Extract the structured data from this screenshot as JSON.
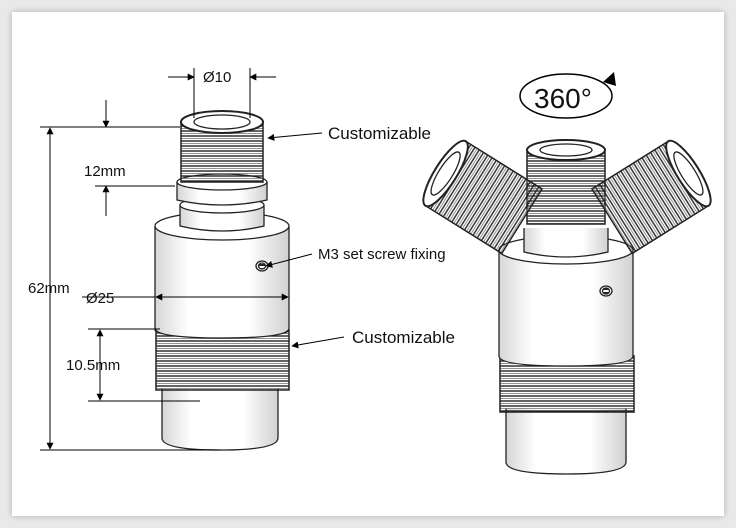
{
  "dimensions": {
    "top_diameter": "Ø10",
    "thread_length_top": "12mm",
    "total_height": "62mm",
    "body_diameter": "Ø25",
    "thread_length_bottom": "10.5mm"
  },
  "callouts": {
    "top_thread": "Customizable",
    "set_screw": "M3 set screw fixing",
    "bottom_thread": "Customizable"
  },
  "rotation_badge": "360°"
}
